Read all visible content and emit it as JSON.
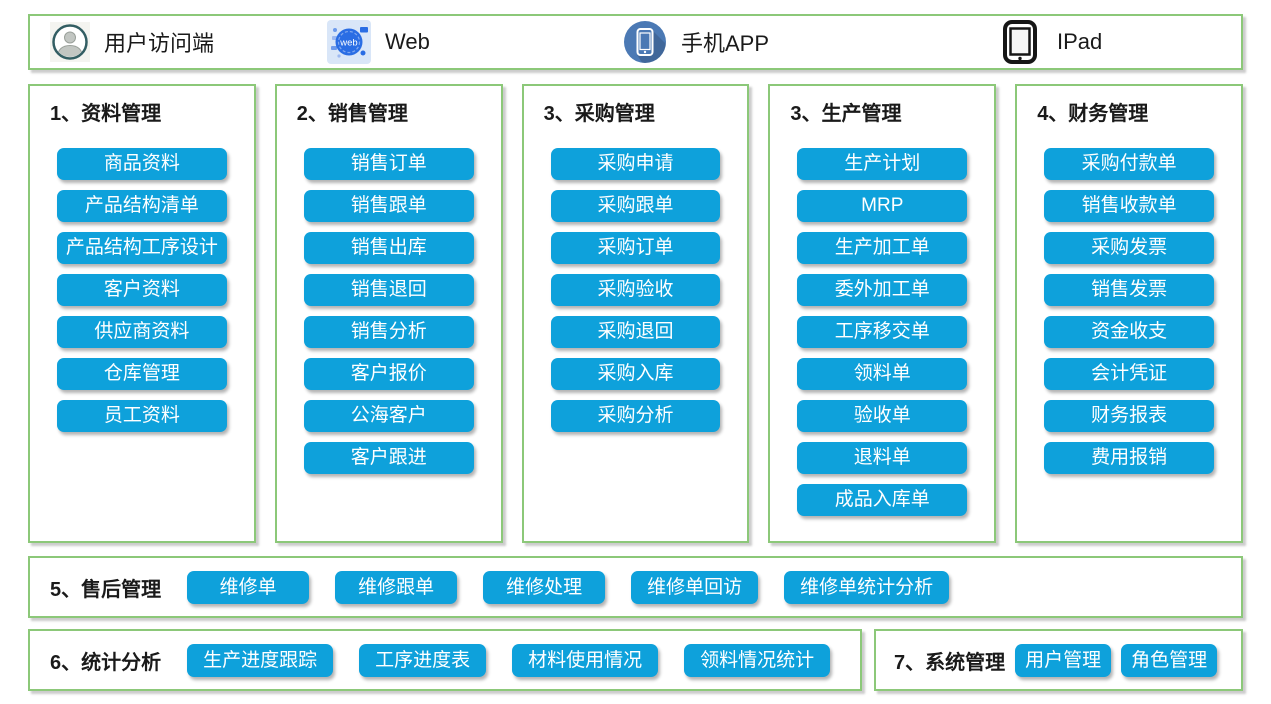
{
  "top_bar": {
    "web_icon_text": "web",
    "items": [
      {
        "icon": "user-icon",
        "label": "用户访问端"
      },
      {
        "icon": "web-icon",
        "label": "Web"
      },
      {
        "icon": "smartphone-icon",
        "label": "手机APP"
      },
      {
        "icon": "ipad-icon",
        "label": "IPad"
      }
    ]
  },
  "columns": [
    {
      "id": "data",
      "title": "1、资料管理",
      "buttons": [
        "商品资料",
        "产品结构清单",
        "产品结构工序设计",
        "客户资料",
        "供应商资料",
        "仓库管理",
        "员工资料"
      ]
    },
    {
      "id": "sales",
      "title": "2、销售管理",
      "buttons": [
        "销售订单",
        "销售跟单",
        "销售出库",
        "销售退回",
        "销售分析",
        "客户报价",
        "公海客户",
        "客户跟进"
      ]
    },
    {
      "id": "purchase",
      "title": "3、采购管理",
      "buttons": [
        "采购申请",
        "采购跟单",
        "采购订单",
        "采购验收",
        "采购退回",
        "采购入库",
        "采购分析"
      ]
    },
    {
      "id": "production",
      "title": "3、生产管理",
      "buttons": [
        "生产计划",
        "MRP",
        "生产加工单",
        "委外加工单",
        "工序移交单",
        "领料单",
        "验收单",
        "退料单",
        "成品入库单"
      ]
    },
    {
      "id": "finance",
      "title": "4、财务管理",
      "buttons": [
        "采购付款单",
        "销售收款单",
        "采购发票",
        "销售发票",
        "资金收支",
        "会计凭证",
        "财务报表",
        "费用报销"
      ]
    }
  ],
  "rows": [
    {
      "id": "aftersales",
      "title": "5、售后管理",
      "buttons": [
        "维修单",
        "维修跟单",
        "维修处理",
        "维修单回访",
        "维修单统计分析"
      ]
    },
    {
      "id": "statistics",
      "title": "6、统计分析",
      "buttons": [
        "生产进度跟踪",
        "工序进度表",
        "材料使用情况",
        "领料情况统计"
      ]
    },
    {
      "id": "system",
      "title": "7、系统管理",
      "buttons": [
        "用户管理",
        "角色管理"
      ]
    }
  ],
  "colors": {
    "button_blue": "#0EA1DB",
    "border_green": "#8CC879",
    "button_text": "#FFFFFF",
    "title_text": "#1A1A1A"
  }
}
